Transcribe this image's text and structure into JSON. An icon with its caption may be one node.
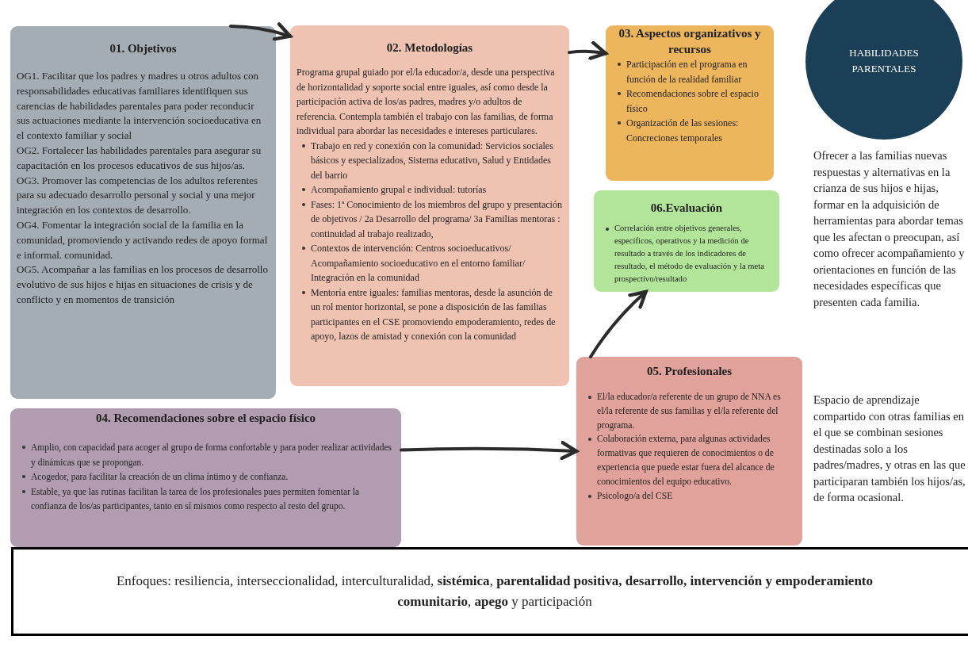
{
  "diagram": {
    "nodes": [
      {
        "text": [
          "01. Objetivos",
          "OG1. Facilitar que los padres y madres u otros adultos con responsabilidades educativas familiares identifiquen sus carencias de habilidades parentales para poder reconducir sus actuaciones mediante la intervención socioeducativa en el contexto familiar y social",
          "OG2. Fortalecer las habilidades parentales para asegurar su capacitación en los procesos educativos de sus hijos/as.",
          "OG3. Promover las competencias de los adultos referentes para su adecuado desarrollo personal y social y una mejor integración en los contextos de desarrollo.",
          "OG4. Fomentar la integración social de la familia en la comunidad, promoviendo y activando redes de apoyo formal e informal. comunidad.",
          "OG5. Acompañar a las familias en los procesos de desarrollo evolutivo de sus hijos e hijas en situaciones de crisis y de conflicto y en momentos de transición"
        ]
      },
      {
        "text": [
          "02. Metodologías",
          "Programa grupal guiado por el/la educador/a, desde una perspectiva de horizontalidad y soporte social entre iguales, así como desde la participación activa de los/as padres, madres y/o adultos de referencia. Contempla también el trabajo con las familias, de forma individual para abordar las necesidades e intereses particulares.",
          "Trabajo en red y conexión con la comunidad: Servicios sociales básicos y especializados, Sistema educativo, Salud y Entidades del barrio",
          "Acompañamiento grupal e individual: tutorías",
          "Fases: 1ª Conocimiento de los miembros del grupo y presentación de objetivos / 2a Desarrollo del programa/ 3a Familias mentoras : continuidad al trabajo realizado,",
          "Contextos de intervención: Centros socioeducativos/ Acompañamiento socioeducativo en el entorno familiar/ Integración en la comunidad",
          "Mentoría entre iguales: familias mentoras, desde la asunción de un rol mentor horizontal, se pone a disposición de las familias participantes en el CSE promoviendo empoderamiento, redes de apoyo, lazos de amistad y conexión con la comunidad"
        ]
      },
      {
        "text": [
          "03. Aspectos organizativos y recursos",
          "Participación en el programa en función de la realidad familiar",
          "Recomendaciones sobre el espacio físico",
          "Organización de las sesiones: Concreciones temporales"
        ]
      },
      {
        "text": [
          "HABILIDADES PARENTALES"
        ]
      },
      {
        "text": [
          "06.Evaluación",
          "Correlación entre objetivos generales, específicos, operativos y la medición de resultado a través de los indicadores de resultado, el método de evaluación y la meta prospectivo/resultado"
        ]
      },
      {
        "text": [
          "04. Recomendaciones sobre el espacio físico",
          "Amplio, con capacidad para acoger al grupo de forma confortable y para poder realizar actividades y dinámicas que se propongan.",
          "Acogedor, para facilitar la creación de un clima íntimo y de confianza.",
          "Estable, ya que las rutinas facilitan la tarea de los profesionales pues permiten fomentar la confianza de los/as participantes, tanto en sí mismos como respecto al resto del grupo."
        ]
      },
      {
        "text": [
          "05. Profesionales",
          "El/la educador/a referente de un grupo de NNA es el/la referente de sus familias y el/la referente del programa.",
          "Colaboración externa, para algunas actividades formativas que requieren de conocimientos o de experiencia que puede estar fuera del alcance de conocimientos del equipo educativo.",
          "Psicologo/a del CSE"
        ]
      },
      {
        "text": [
          "Enfoques: resiliencia, interseccionalidad, interculturalidad, **sistémica**, **parentalidad positiva, desarrollo, intervención y empoderamiento comunitario**, **apego** y participación"
        ]
      }
    ],
    "edges": [
      {
        "from": 0,
        "to": 1,
        "arrow": "to"
      },
      {
        "from": 1,
        "to": 2,
        "arrow": "to"
      },
      {
        "from": 5,
        "to": 6,
        "arrow": "to"
      },
      {
        "from": 6,
        "to": 4,
        "arrow": "to"
      }
    ],
    "labels": [
      "Ofrecer a las familias nuevas respuestas y alternativas en la crianza de sus hijos e hijas, formar en la adquisición de herramientas para abordar temas que les afectan o preocupan, así como ofrecer acompañamiento y orientaciones en función de las necesidades específicas que presenten cada familia.",
      "Espacio de aprendizaje compartido con otras familias en el que se combinan sesiones destinadas solo a los padres/madres, y otras en las que participaran también los hijos/as, de forma ocasional."
    ]
  }
}
